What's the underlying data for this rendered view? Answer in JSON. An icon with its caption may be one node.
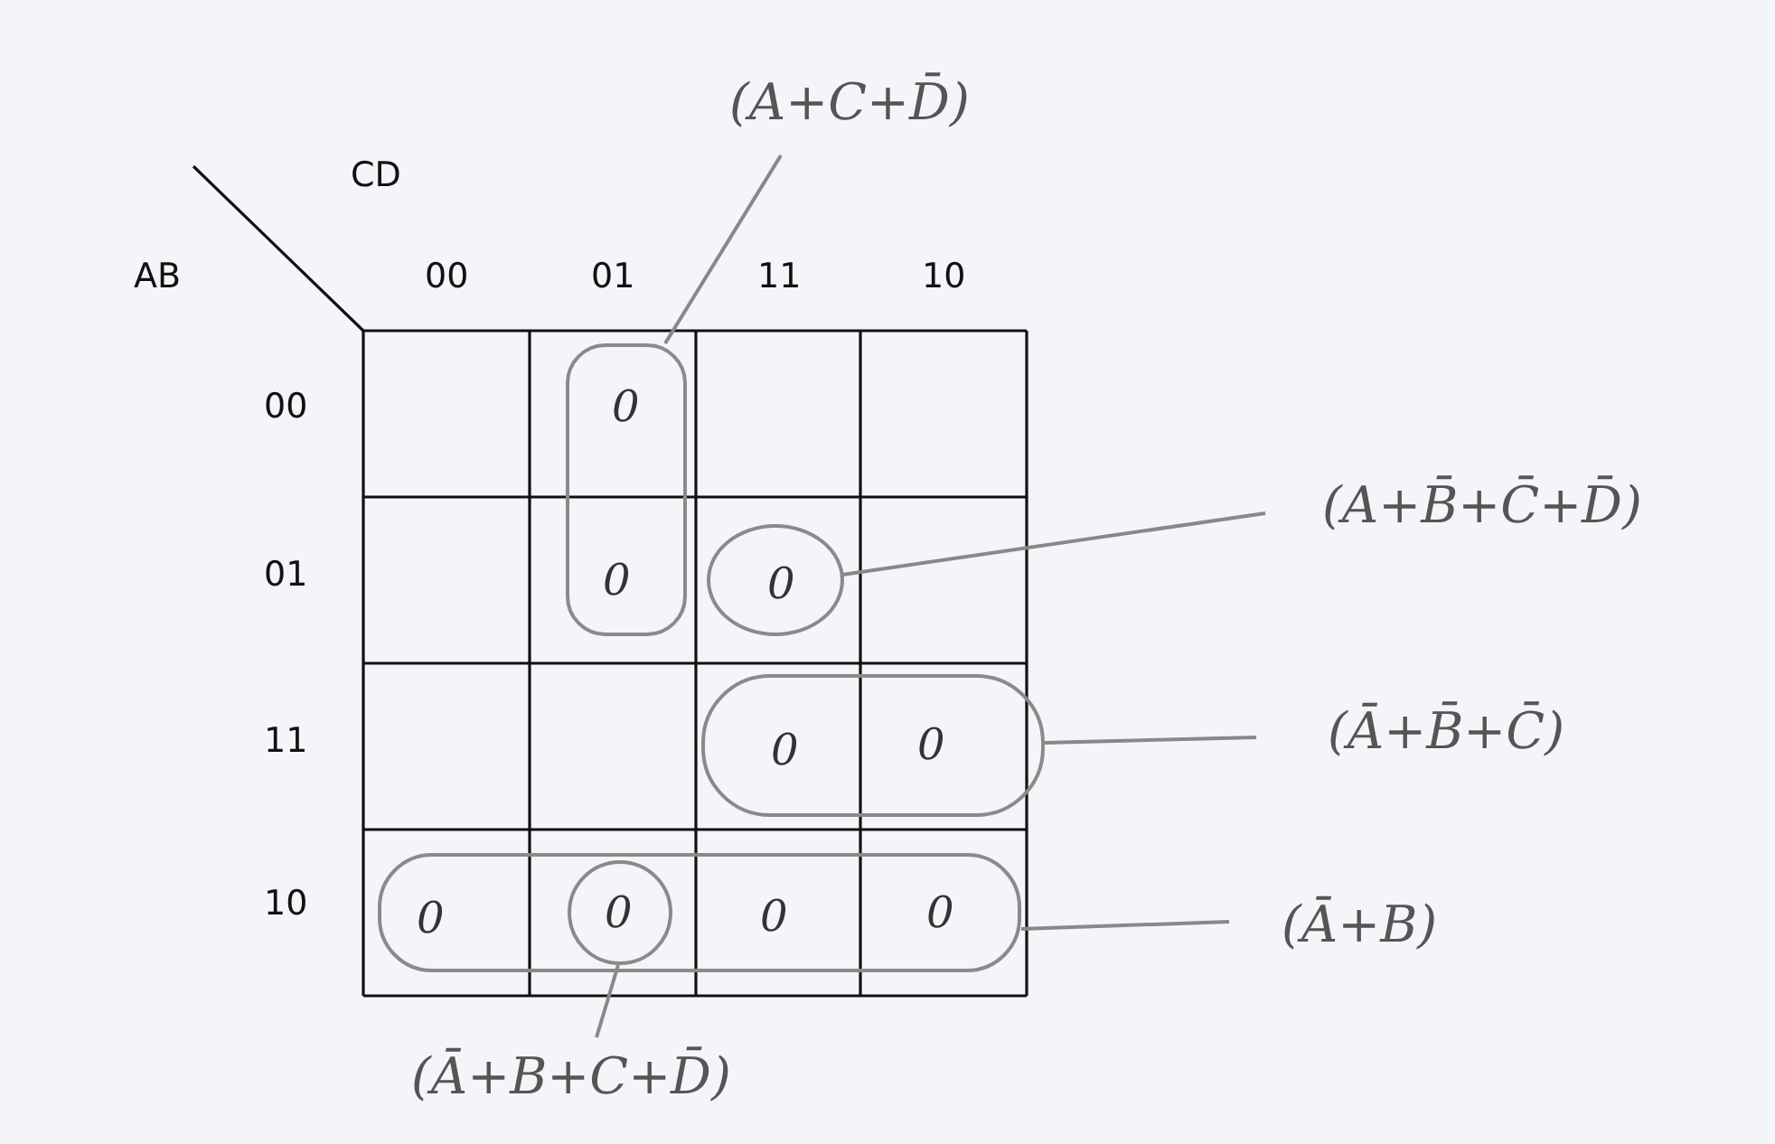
{
  "diagram": {
    "nodes": [
      {
        "text": [
          "(A+C+D̄)"
        ]
      },
      {
        "text": [],
        "shape": "oval"
      },
      {
        "text": [
          "(A+B̄+C̄+D̄)"
        ]
      },
      {
        "text": [],
        "shape": "circle"
      },
      {
        "text": [
          "(Ā+B̄+C̄)"
        ]
      },
      {
        "text": [],
        "shape": "oval"
      },
      {
        "text": [
          "(Ā+B)"
        ]
      },
      {
        "text": [],
        "shape": "oval"
      },
      {
        "text": [
          "(Ā+B+C+D̄)"
        ]
      },
      {
        "text": [],
        "shape": "circle",
        "in": 7
      }
    ],
    "edges": [
      {
        "from": 0,
        "to": 1,
        "arrow": "none"
      },
      {
        "from": 2,
        "to": 3,
        "arrow": "none"
      },
      {
        "from": 4,
        "to": 5,
        "arrow": "none"
      },
      {
        "from": 6,
        "to": 7,
        "arrow": "none"
      },
      {
        "from": 8,
        "to": 9,
        "arrow": "none"
      }
    ],
    "labels": [
      "CD",
      "AB",
      "00",
      "01",
      "11",
      "10",
      "00",
      "0",
      "01",
      "0",
      "0",
      "11",
      "0",
      "0",
      "10",
      "0",
      "0",
      "0",
      "0"
    ]
  }
}
